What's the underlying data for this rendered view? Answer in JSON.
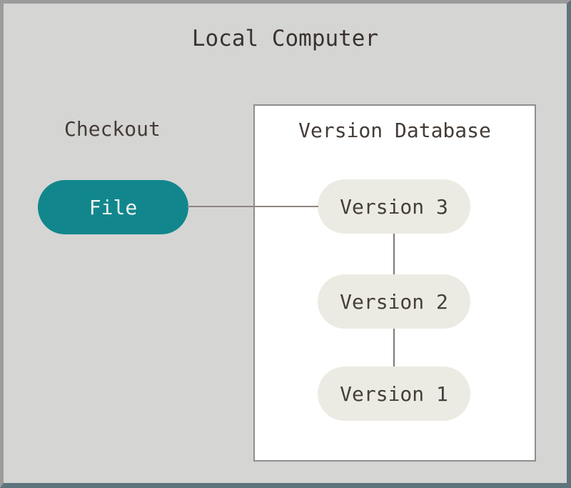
{
  "diagram": {
    "title": "Local Computer",
    "checkout": {
      "label": "Checkout",
      "file_node_label": "File"
    },
    "version_database": {
      "title": "Version Database",
      "versions": [
        "Version 3",
        "Version 2",
        "Version 1"
      ]
    },
    "connections": [
      "File — Version 3",
      "Version 3 — Version 2",
      "Version 2 — Version 1"
    ],
    "colors": {
      "background": "#d5d5d4",
      "frame_border_topleft": "#9b9b9b",
      "frame_border_bottomright": "#5e747d",
      "file_node_fill": "#11878d",
      "file_node_text": "#f4f3f1",
      "version_node_fill": "#ecebe3",
      "version_box_fill": "#ffffff",
      "version_box_border": "#8e8e8e",
      "connector_line": "#8c8781",
      "text": "#453c37"
    }
  }
}
